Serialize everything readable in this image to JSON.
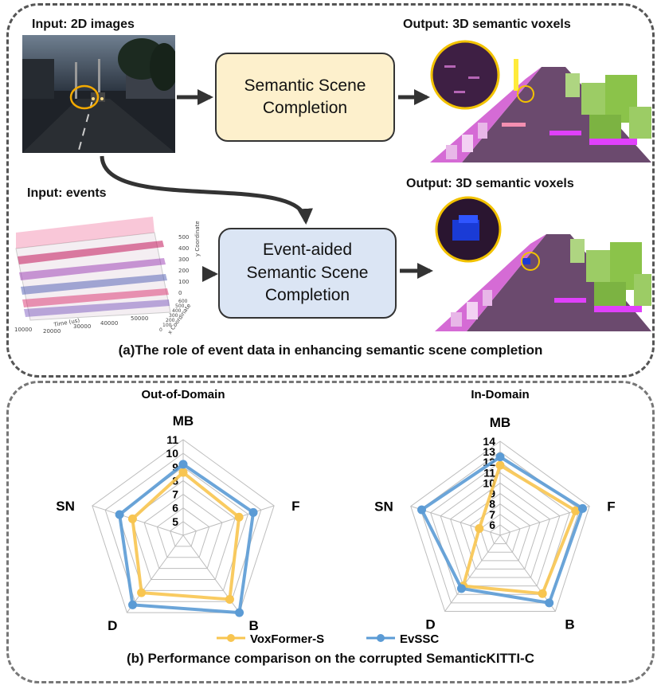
{
  "panel_a": {
    "input_images_label": "Input: 2D images",
    "input_events_label": "Input: events",
    "output_label_1": "Output: 3D semantic voxels",
    "output_label_2": "Output: 3D semantic voxels",
    "ssc_box_lines": [
      "Semantic Scene",
      "Completion"
    ],
    "essc_box_lines": [
      "Event-aided",
      "Semantic Scene",
      "Completion"
    ],
    "event_plot": {
      "x_axis_label": "Time (us)",
      "x_ticks": [
        "10000",
        "20000",
        "30000",
        "40000",
        "50000"
      ],
      "y_axis_label": "y Coordinate",
      "y_ticks": [
        "0",
        "100",
        "200",
        "300",
        "400",
        "500"
      ],
      "z_axis_label": "x Coordinate",
      "z_ticks": [
        "0",
        "100",
        "200",
        "300",
        "400",
        "500",
        "600"
      ]
    },
    "caption": "(a)The role of event data in enhancing semantic scene completion"
  },
  "panel_b": {
    "caption": "(b) Performance comparison on the corrupted SemanticKITTI-C",
    "legend": [
      "VoxFormer-S",
      "EvSSC"
    ]
  },
  "colors": {
    "voxformer": "#f8c550",
    "evssc": "#5b9bd5",
    "ssc_box": "#fdf0cc",
    "essc_box": "#dbe5f4"
  },
  "chart_data": [
    {
      "type": "radar",
      "title": "Out-of-Domain",
      "axes": [
        "MB",
        "F",
        "B",
        "D",
        "SN"
      ],
      "r_ticks": [
        "5",
        "6",
        "7",
        "8",
        "9",
        "10",
        "11"
      ],
      "rlim": [
        4,
        11
      ],
      "series": [
        {
          "name": "VoxFormer-S",
          "values": [
            8.6,
            8.3,
            9.8,
            9.2,
            7.9
          ]
        },
        {
          "name": "EvSSC",
          "values": [
            9.2,
            9.4,
            11.0,
            10.3,
            8.9
          ]
        }
      ]
    },
    {
      "type": "radar",
      "title": "In-Domain",
      "axes": [
        "MB",
        "F",
        "B",
        "D",
        "SN"
      ],
      "r_ticks": [
        "6",
        "7",
        "8",
        "9",
        "10",
        "11",
        "12",
        "13",
        "14"
      ],
      "rlim": [
        5,
        14
      ],
      "series": [
        {
          "name": "VoxFormer-S",
          "values": [
            11.7,
            12.6,
            11.9,
            11.0,
            7.1
          ]
        },
        {
          "name": "EvSSC",
          "values": [
            12.5,
            13.3,
            13.0,
            11.3,
            12.9
          ]
        }
      ]
    }
  ]
}
